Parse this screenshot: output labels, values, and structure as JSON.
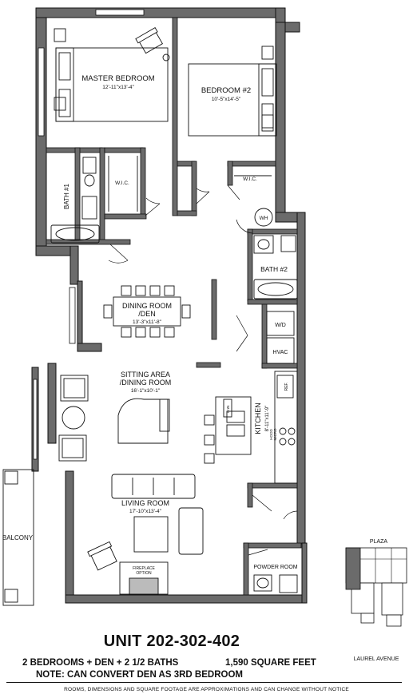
{
  "rooms": {
    "master_bedroom": {
      "name": "MASTER BEDROOM",
      "dims": "12'-11\"x13'-4\""
    },
    "bedroom2": {
      "name": "BEDROOM #2",
      "dims": "10'-5\"x14'-5\""
    },
    "bath1": "BATH #1",
    "wic1": "W.I.C.",
    "wic2": "W.I.C.",
    "wh": "WH",
    "bath2": "BATH #2",
    "wd": "W/D",
    "hvac": "HVAC",
    "dining": {
      "name_line1": "DINING ROOM",
      "name_line2": "/DEN",
      "dims": "13'-3\"x11'-8\""
    },
    "sitting": {
      "name_line1": "SITTING AREA",
      "name_line2": "/DINING ROOM",
      "dims": "16'-1\"x10'-1\""
    },
    "kitchen": {
      "name": "KITCHEN",
      "dims": "8'-11\"x11'-9\""
    },
    "kitchen_labels": {
      "ref": "REF.",
      "dw": "D.W.",
      "hood": "HOOD",
      "micro": "MICRO"
    },
    "living": {
      "name": "LIVING ROOM",
      "dims": "17'-10\"x13'-4\""
    },
    "fireplace": {
      "line1": "FIREPLACE",
      "line2": "OPTION"
    },
    "powder": "POWDER ROOM",
    "balcony": "BALCONY"
  },
  "keyplan": {
    "top": "PLAZA",
    "bottom": "LAUREL AVENUE"
  },
  "footer": {
    "unit": "UNIT 202-302-402",
    "specs": "2 BEDROOMS + DEN + 2 1/2 BATHS",
    "sqft": "1,590 SQUARE FEET",
    "note": "NOTE: CAN CONVERT DEN AS 3RD BEDROOM",
    "disclaimer": "ROOMS, DIMENSIONS AND SQUARE FOOTAGE ARE APPROXIMATIONS AND CAN CHANGE WITHOUT NOTICE"
  }
}
